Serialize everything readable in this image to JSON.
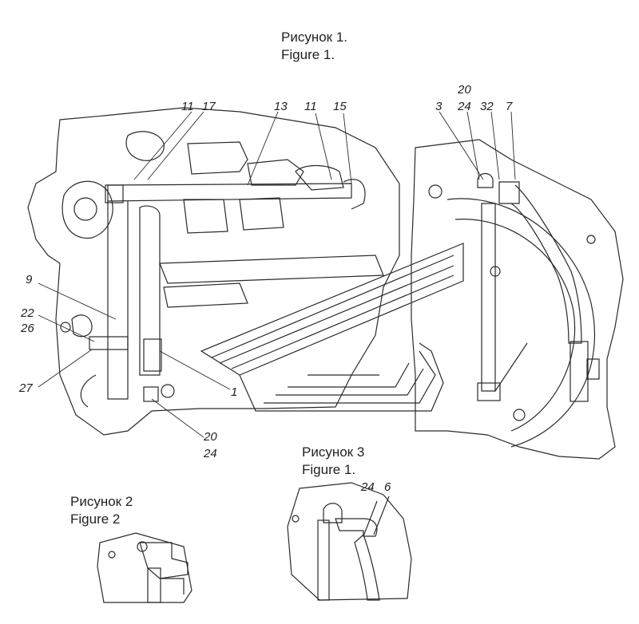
{
  "captions": {
    "fig1": {
      "line1": "Рисунок 1.",
      "line2": "Figure 1."
    },
    "fig3": {
      "line1": "Рисунок 3",
      "line2": "Figure 1."
    },
    "fig2": {
      "line1": "Рисунок 2",
      "line2": "Figure 2"
    }
  },
  "callouts": {
    "c11a": "11",
    "c17": "17",
    "c13": "13",
    "c11b": "11",
    "c15": "15",
    "c20top": "20",
    "c3": "3",
    "c24top": "24",
    "c32": "32",
    "c7": "7",
    "c9": "9",
    "c22": "22",
    "c26": "26",
    "c27": "27",
    "c1": "1",
    "c20bot": "20",
    "c24bot": "24",
    "c24f3": "24",
    "c6": "6"
  },
  "style": {
    "line_color": "#2a2a2a",
    "background": "#ffffff"
  }
}
